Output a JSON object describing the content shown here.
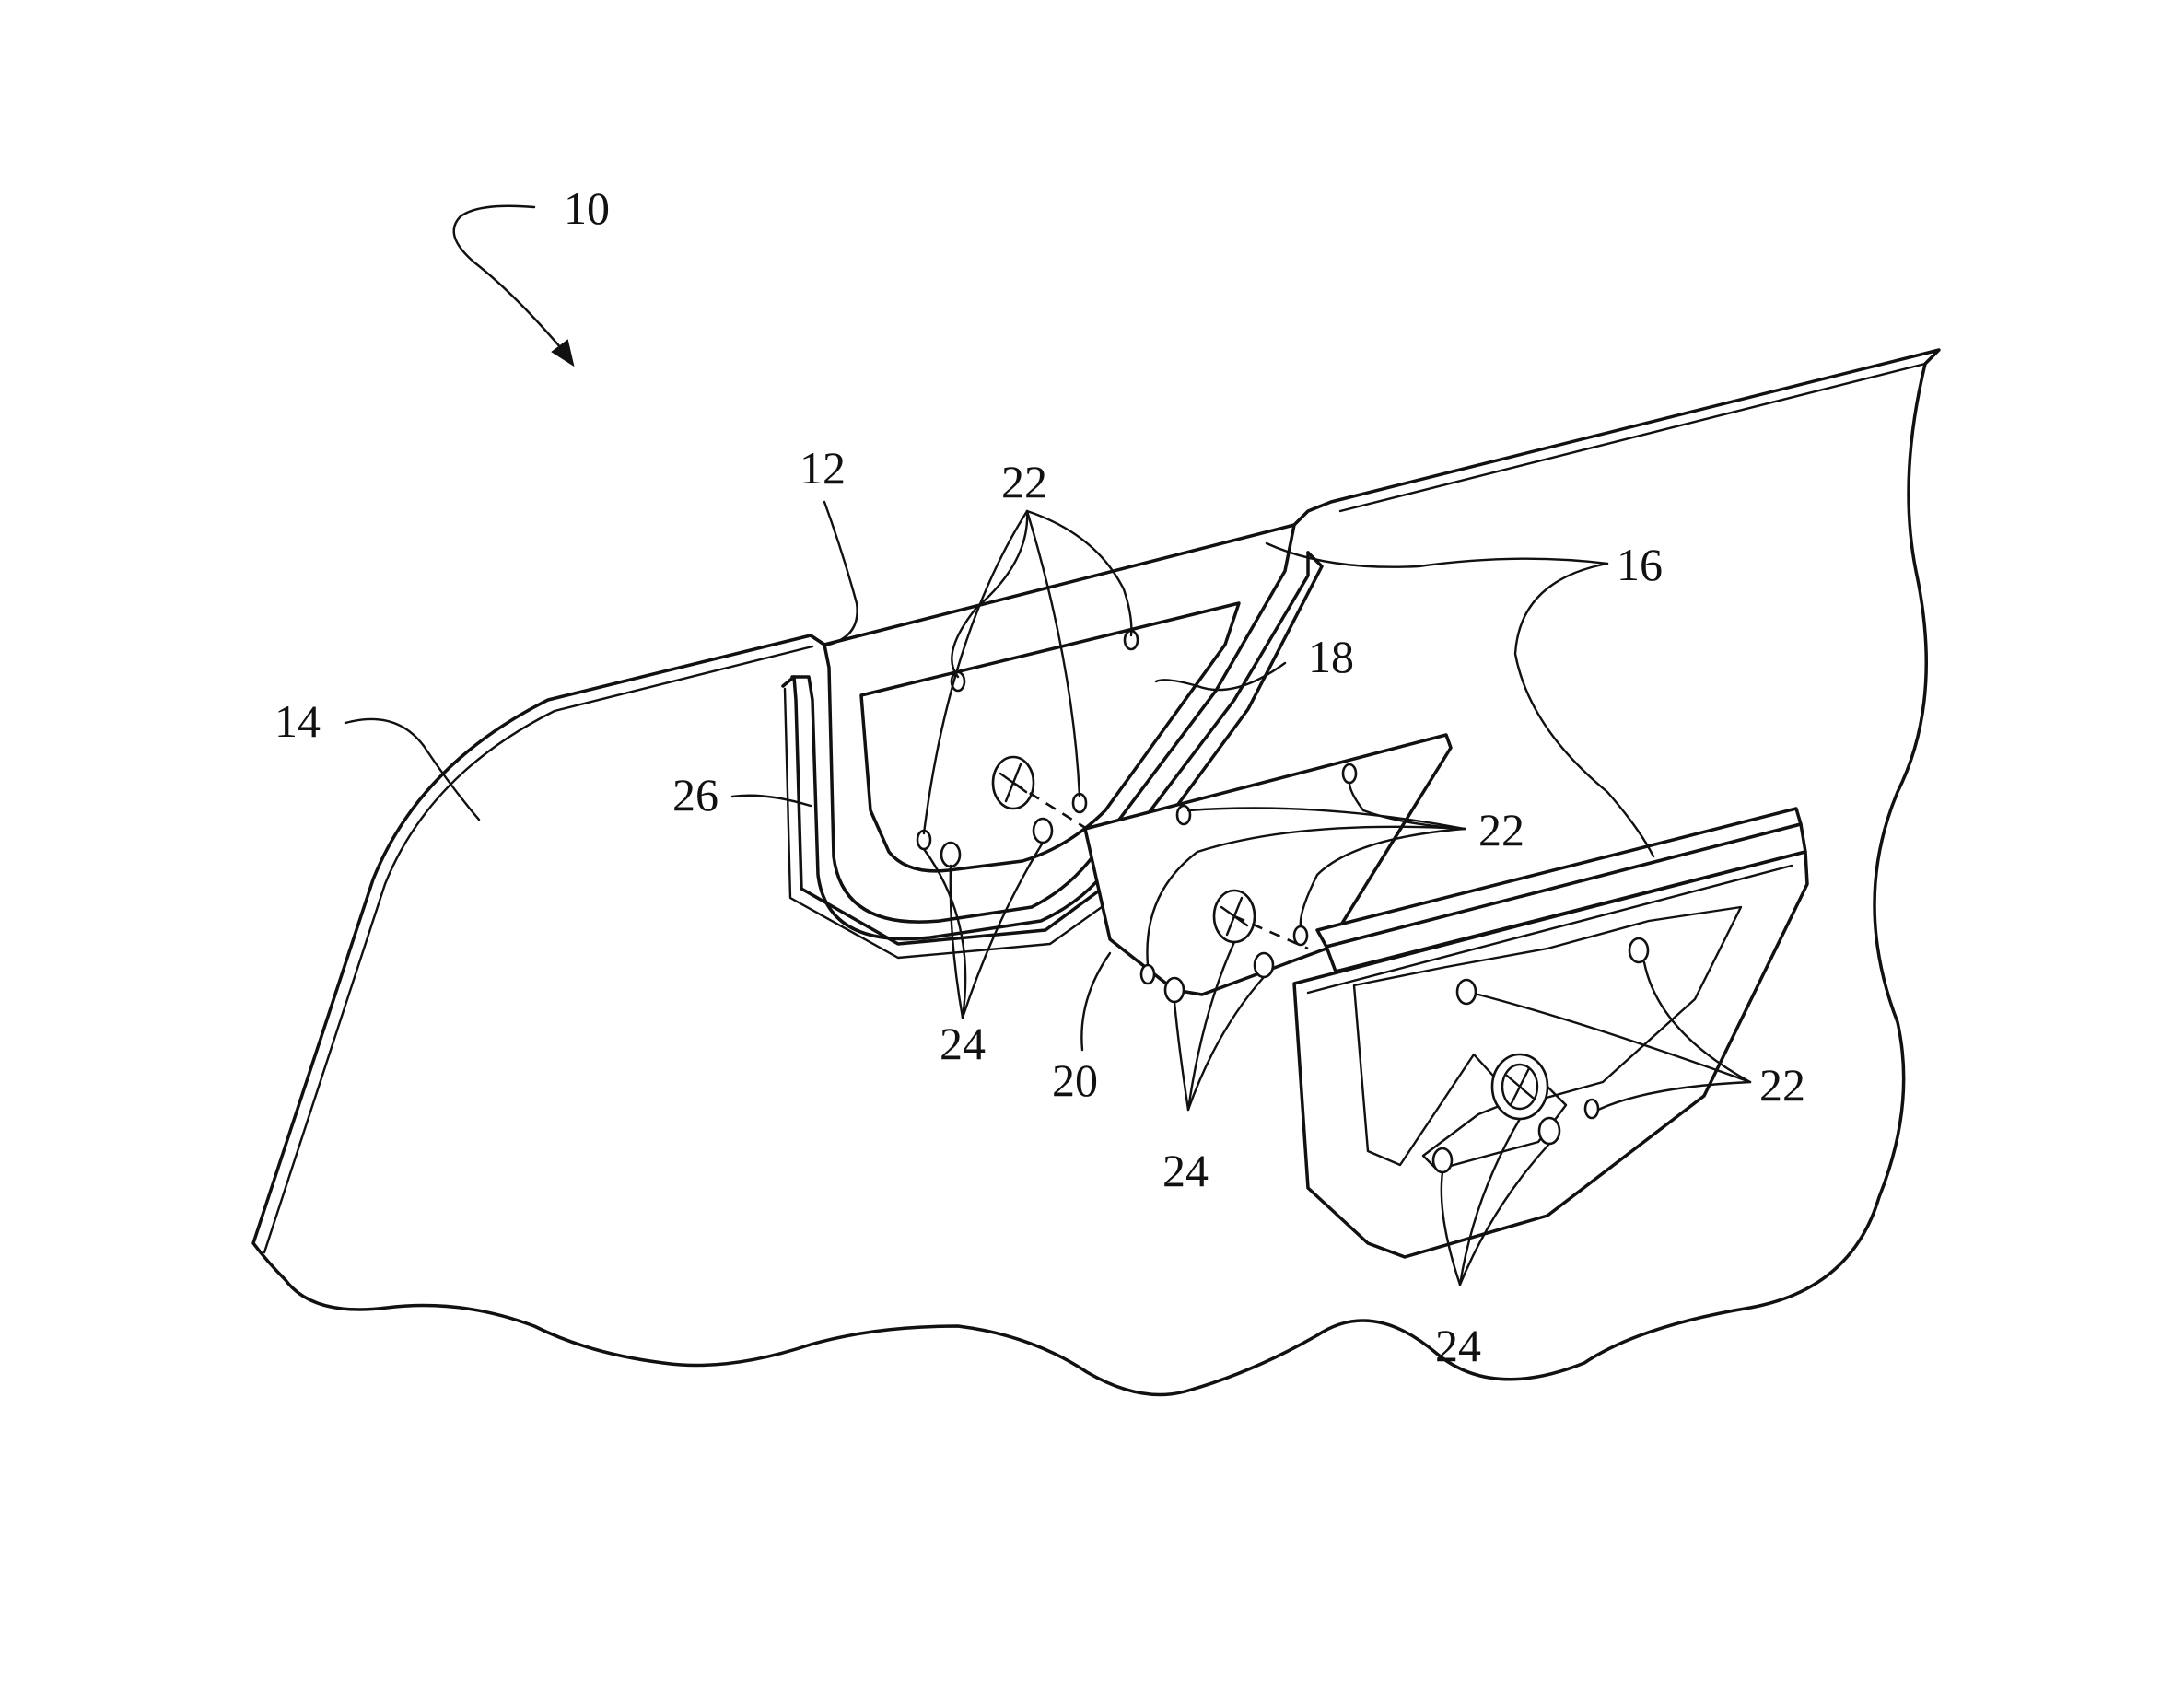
{
  "figure": {
    "reference_numerals": {
      "assembly": "10",
      "bracket": "12",
      "panel": "14",
      "flange": "16",
      "plate_upper": "18",
      "plate_middle": "20",
      "holes_a_1": "22",
      "holes_a_2": "22",
      "holes_a_3": "22",
      "holes_b_1": "24",
      "holes_b_2": "24",
      "holes_b_3": "24",
      "frame": "26"
    }
  }
}
